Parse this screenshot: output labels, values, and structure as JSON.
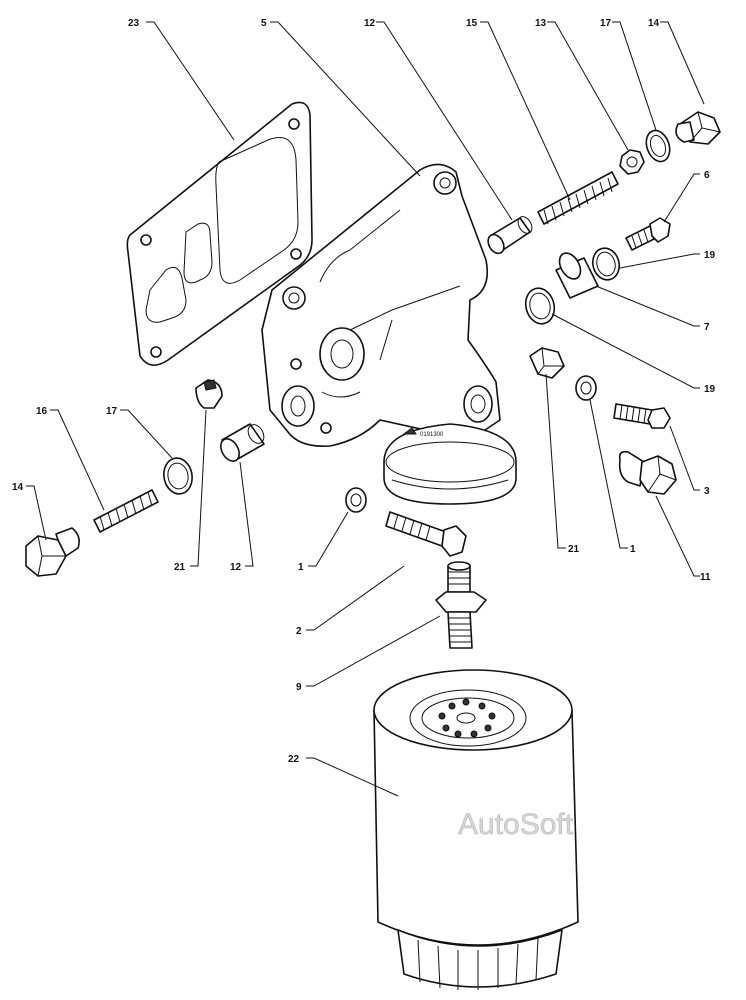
{
  "callouts": {
    "c23": "23",
    "c5": "5",
    "c12_top": "12",
    "c15": "15",
    "c13": "13",
    "c17_top": "17",
    "c14_top": "14",
    "c6": "6",
    "c19_a": "19",
    "c7": "7",
    "c19_b": "19",
    "c16": "16",
    "c17_left": "17",
    "c14_left": "14",
    "c21_left": "21",
    "c12_left": "12",
    "c1_left": "1",
    "c2": "2",
    "c9": "9",
    "c22": "22",
    "c3": "3",
    "c21_right": "21",
    "c1_right": "1",
    "c11": "11"
  },
  "housing_stamp": "0191300",
  "watermark": "AutoSoft"
}
